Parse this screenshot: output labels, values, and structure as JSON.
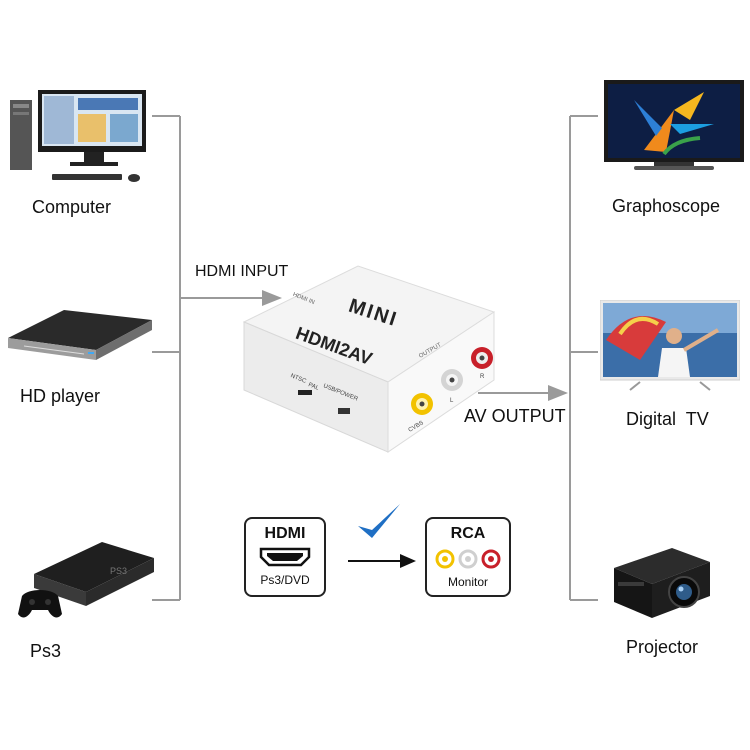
{
  "sources": {
    "computer": "Computer",
    "hd_player": "HD player",
    "ps3": "Ps3"
  },
  "outputs": {
    "graphoscope": "Graphoscope",
    "digital_tv": "Digital  TV",
    "projector": "Projector"
  },
  "arrows": {
    "hdmi_input": "HDMI INPUT",
    "av_output": "AV OUTPUT"
  },
  "device": {
    "brand": "MINI",
    "model": "HDMI2AV",
    "hdmi_port_label": "HDMI IN",
    "output_label": "OUTPUT",
    "ntsc": "NTSC",
    "pal": "PAL",
    "usb_power": "USB/POWER",
    "cvbs": "CVBS",
    "l": "L",
    "r": "R"
  },
  "legend": {
    "hdmi_title": "HDMI",
    "hdmi_sub": "Ps3/DVD",
    "rca_title": "RCA",
    "rca_sub": "Monitor"
  },
  "colors": {
    "connector_lines": "#9a9a9a",
    "checkmark": "#1f6fc4",
    "rca_yellow": "#f2c200",
    "rca_white": "#cfcfcf",
    "rca_red": "#c8202a"
  }
}
